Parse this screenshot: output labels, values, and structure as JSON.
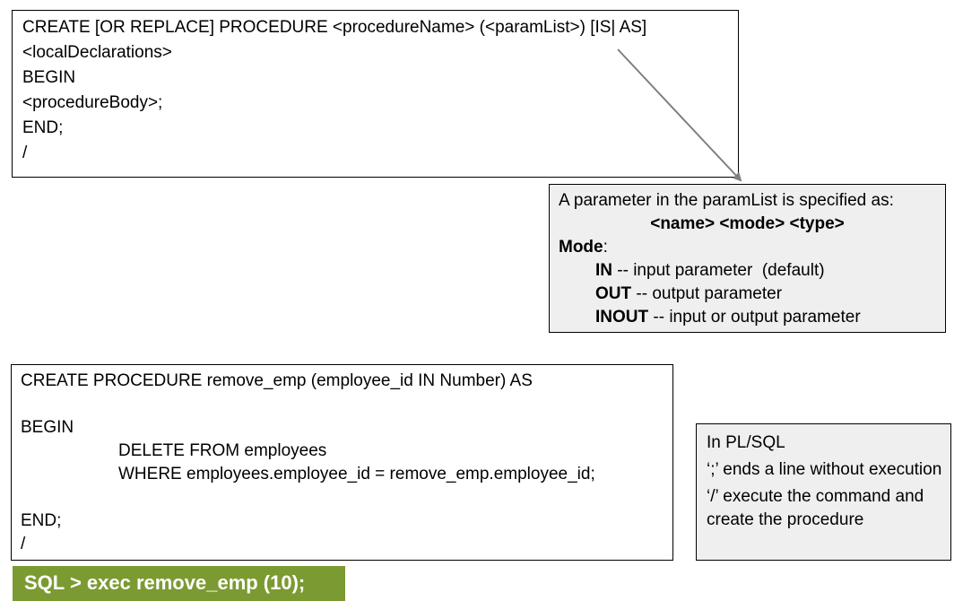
{
  "syntax_box": {
    "lines": [
      "CREATE [OR REPLACE] PROCEDURE <procedureName> (<paramList>) [IS| AS]",
      "<localDeclarations>",
      "BEGIN",
      "<procedureBody>;",
      "END;",
      "/"
    ]
  },
  "param_note": {
    "intro": "A parameter in the paramList is specified as:",
    "format": "<name> <mode> <type>",
    "mode_label": "Mode",
    "mode_colon": ":",
    "modes": [
      {
        "name": "IN",
        "desc": " -- input parameter  (default)"
      },
      {
        "name": "OUT",
        "desc": " -- output parameter"
      },
      {
        "name": "INOUT",
        "desc": " -- input or output parameter"
      }
    ]
  },
  "example_box": {
    "line1": "CREATE PROCEDURE remove_emp (employee_id IN Number) AS",
    "begin": "BEGIN",
    "stmt1": "DELETE FROM employees",
    "stmt2": "WHERE employees.employee_id = remove_emp.employee_id;",
    "end": "END;",
    "slash": "/"
  },
  "info_box": {
    "title": "In PL/SQL",
    "note1": "‘;’ ends a line without execution",
    "note2": "‘/’ execute the command and create the procedure"
  },
  "exec_command": "SQL > exec remove_emp (10);",
  "colors": {
    "exec_bar": "#7c9a32",
    "note_bg": "#efefef",
    "arrow": "#7f7f7f"
  }
}
